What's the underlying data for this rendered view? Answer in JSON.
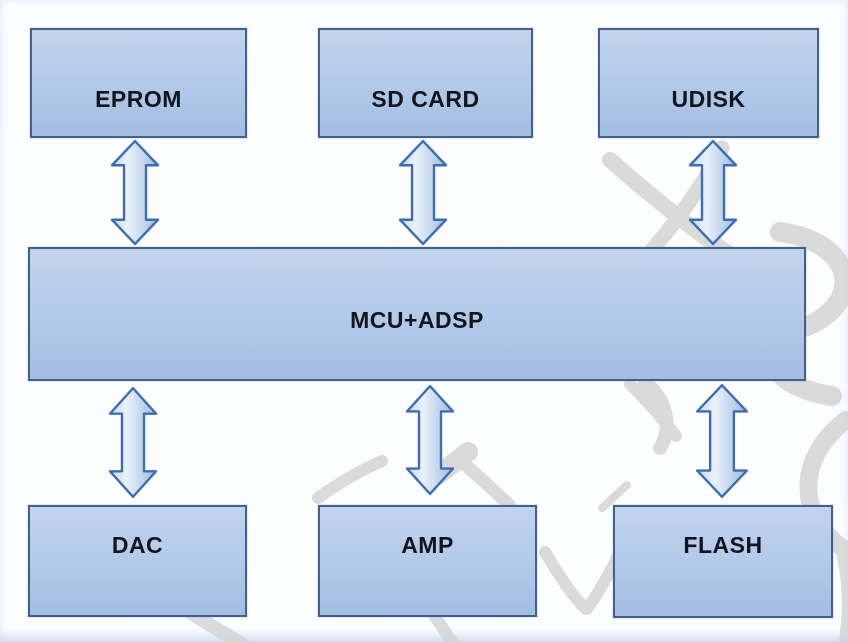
{
  "diagram": {
    "type": "block-diagram",
    "description": "Hardware architecture block diagram: storage and peripheral blocks connected to a central MCU+ADSP block with bidirectional arrows",
    "nodes": [
      {
        "id": "eprom",
        "label": "EPROM",
        "row": "top"
      },
      {
        "id": "sdcard",
        "label": "SD CARD",
        "row": "top"
      },
      {
        "id": "udisk",
        "label": "UDISK",
        "row": "top"
      },
      {
        "id": "mcu",
        "label": "MCU+ADSP",
        "row": "middle"
      },
      {
        "id": "dac",
        "label": "DAC",
        "row": "bottom"
      },
      {
        "id": "amp",
        "label": "AMP",
        "row": "bottom"
      },
      {
        "id": "flash",
        "label": "FLASH",
        "row": "bottom"
      }
    ],
    "edges": [
      {
        "from": "EPROM",
        "to": "MCU+ADSP",
        "style": "double-headed-arrow"
      },
      {
        "from": "SD CARD",
        "to": "MCU+ADSP",
        "style": "double-headed-arrow"
      },
      {
        "from": "UDISK",
        "to": "MCU+ADSP",
        "style": "double-headed-arrow"
      },
      {
        "from": "MCU+ADSP",
        "to": "DAC",
        "style": "double-headed-arrow"
      },
      {
        "from": "MCU+ADSP",
        "to": "AMP",
        "style": "double-headed-arrow"
      },
      {
        "from": "MCU+ADSP",
        "to": "FLASH",
        "style": "double-headed-arrow"
      }
    ],
    "colors": {
      "box_fill_top": "#c1d3ee",
      "box_fill_bottom": "#a3bde2",
      "box_border": "#41608e",
      "arrow_fill_light": "#e9f1fa",
      "arrow_fill_dark": "#9fbce1",
      "arrow_border": "#3f6eae",
      "label_text": "#14141c",
      "background": "#fcfdff",
      "edge_tint": "#cfdcf0",
      "watermark_gray": "#d2d2d2"
    },
    "watermark": {
      "present": true,
      "style": "large light-gray calligraphic brush strokes, unreadable, behind the boxes"
    }
  }
}
